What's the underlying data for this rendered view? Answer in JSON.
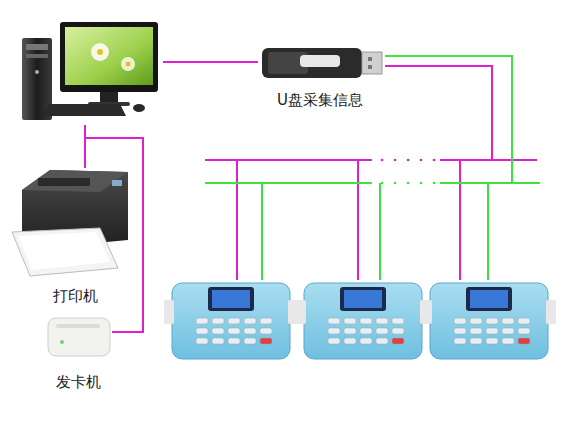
{
  "diagram": {
    "nodes": [
      {
        "text": [
          "U盘采集信息"
        ]
      },
      {
        "text": [
          "打印机"
        ]
      },
      {
        "text": [
          "发卡机"
        ]
      }
    ]
  }
}
